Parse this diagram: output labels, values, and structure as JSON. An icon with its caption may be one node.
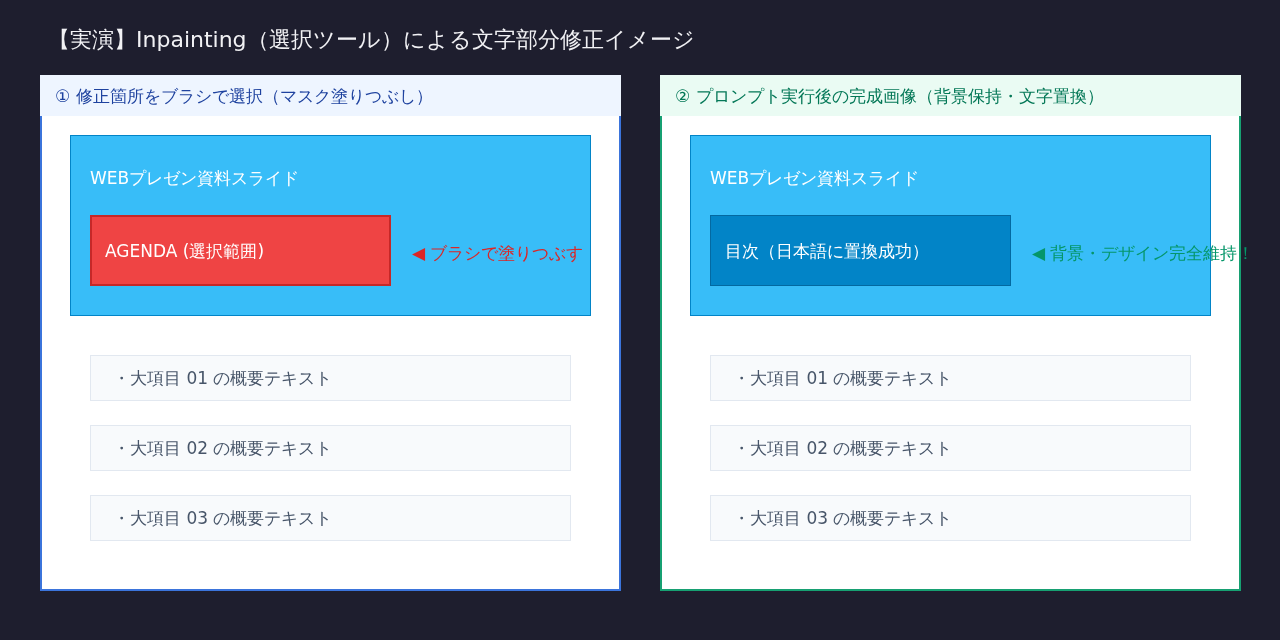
{
  "diagram": {
    "title": "【実演】Inpainting（選択ツール）による文字部分修正イメージ",
    "nodes": [
      {
        "text": [
          "① 修正箇所をブラシで選択（マスク塗りつぶし）"
        ]
      },
      {
        "text": [
          "WEBプレゼン資料スライド"
        ],
        "in": 0
      },
      {
        "text": [
          "AGENDA (選択範囲)"
        ],
        "in": 1,
        "beside": [
          "◀ ブラシで塗りつぶす"
        ]
      },
      {
        "text": [
          "・大項目 01 の概要テキスト"
        ],
        "in": 0
      },
      {
        "text": [
          "・大項目 02 の概要テキスト"
        ],
        "in": 0
      },
      {
        "text": [
          "・大項目 03 の概要テキスト"
        ],
        "in": 0
      },
      {
        "text": [
          "② プロンプト実行後の完成画像（背景保持・文字置換）"
        ]
      },
      {
        "text": [
          "WEBプレゼン資料スライド"
        ],
        "in": 6
      },
      {
        "text": [
          "目次（日本語に置換成功）"
        ],
        "in": 7,
        "beside": [
          "◀ 背景・デザイン完全維持！"
        ]
      },
      {
        "text": [
          "・大項目 01 の概要テキスト"
        ],
        "in": 6
      },
      {
        "text": [
          "・大項目 02 の概要テキスト"
        ],
        "in": 6
      },
      {
        "text": [
          "・大項目 03 の概要テキスト"
        ],
        "in": 6
      }
    ]
  }
}
